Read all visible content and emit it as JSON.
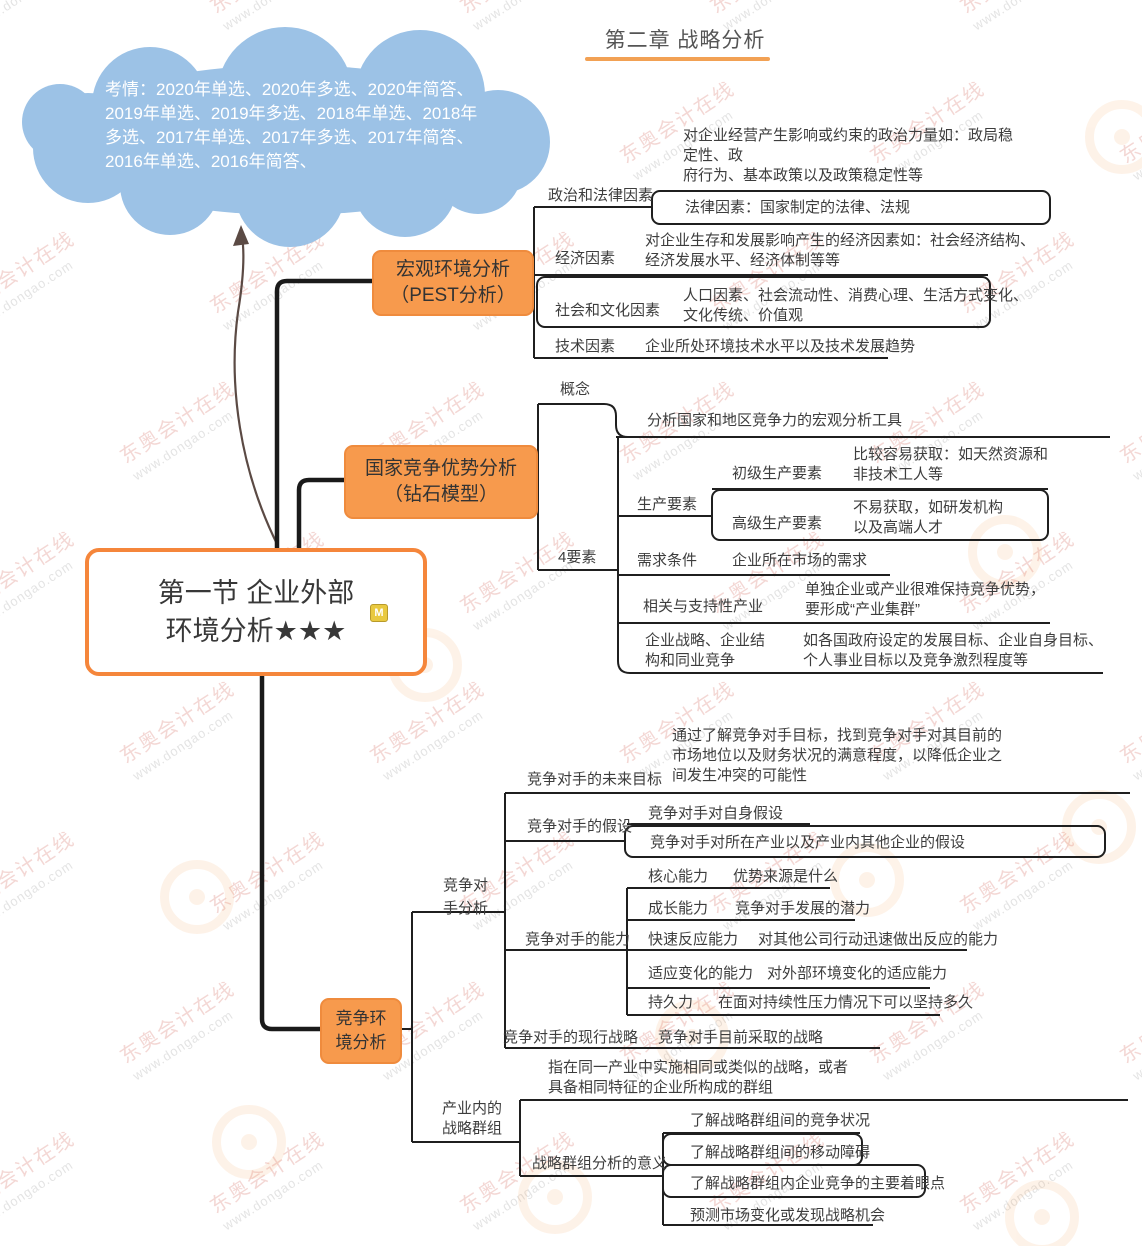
{
  "watermark": {
    "brand": "东奥会计在线",
    "site": "www.dongao.com"
  },
  "header": {
    "chapter_title": "第二章 战略分析"
  },
  "cloud": {
    "text": "考情：2020年单选、2020年多选、2020年简答、\n2019年单选、2019年多选、2018年单选、2018年\n多选、2017年单选、2017年多选、2017年简答、\n2016年单选、2016年简答、"
  },
  "root": {
    "title": "第一节 企业外部\n环境分析★★★",
    "marker": "M"
  },
  "macro": {
    "label": "宏观环境分析\n（PEST分析）",
    "political": {
      "label": "政治和法律因素",
      "desc": "对企业经营产生影响或约束的政治力量如：政局稳\n定性、政\n府行为、基本政策以及政策稳定性等",
      "law": "法律因素：国家制定的法律、法规"
    },
    "economic": {
      "label": "经济因素",
      "desc": "对企业生存和发展影响产生的经济因素如：社会经济结构、\n经济发展水平、经济体制等等"
    },
    "social": {
      "label": "社会和文化因素",
      "desc": "人口因素、社会流动性、消费心理、生活方式变化、\n文化传统、价值观"
    },
    "tech": {
      "label": "技术因素",
      "desc": "企业所处环境技术水平以及技术发展趋势"
    }
  },
  "diamond": {
    "label": "国家竞争优势分析\n（钻石模型）",
    "concept": {
      "label": "概念",
      "desc": "分析国家和地区竞争力的宏观分析工具"
    },
    "four": {
      "label": "4要素",
      "production": {
        "label": "生产要素",
        "primary": {
          "label": "初级生产要素",
          "desc": "比较容易获取：如天然资源和\n非技术工人等"
        },
        "advanced": {
          "label": "高级生产要素",
          "desc": "不易获取，如研发机构\n以及高端人才"
        }
      },
      "demand": {
        "label": "需求条件",
        "desc": "企业所在市场的需求"
      },
      "related": {
        "label": "相关与支持性产业",
        "desc": "单独企业或产业很难保持竞争优势，\n要形成“产业集群”"
      },
      "strategy": {
        "label": "企业战略、企业结\n构和同业竞争",
        "desc": "如各国政府设定的发展目标、企业自身目标、\n个人事业目标以及竞争激烈程度等"
      }
    }
  },
  "competitive": {
    "label": "竞争环\n境分析",
    "competitor": {
      "label": "竞争对\n手分析",
      "future": {
        "label": "竞争对手的未来目标",
        "desc": "通过了解竞争对手目标，找到竞争对手对其目前的\n市场地位以及财务状况的满意程度，以降低企业之\n间发生冲突的可能性"
      },
      "assumption": {
        "label": "竞争对手的假设",
        "self_desc": "竞争对手对自身假设",
        "industry_desc": "竞争对手对所在产业以及产业内其他企业的假设"
      },
      "ability": {
        "label": "竞争对手的能力",
        "items": [
          {
            "label": "核心能力",
            "desc": "优势来源是什么"
          },
          {
            "label": "成长能力",
            "desc": "竞争对手发展的潜力"
          },
          {
            "label": "快速反应能力",
            "desc": "对其他公司行动迅速做出反应的能力"
          },
          {
            "label": "适应变化的能力",
            "desc": "对外部环境变化的适应能力"
          },
          {
            "label": "持久力",
            "desc": "在面对持续性压力情况下可以坚持多久"
          }
        ]
      },
      "current": {
        "label": "竞争对手的现行战略",
        "desc": "竞争对手目前采取的战略"
      }
    },
    "group": {
      "label": "产业内的\n战略群组",
      "definition": "指在同一产业中实施相同或类似的战略，或者\n具备相同特征的企业所构成的群组",
      "meaning": {
        "label": "战略群组分析的意义",
        "items": [
          "了解战略群组间的竞争状况",
          "了解战略群组间的移动障碍",
          "了解战略群组内企业竞争的主要着眼点",
          "预测市场变化或发现战略机会"
        ]
      }
    }
  },
  "colors": {
    "accent_orange": "#F79A4D",
    "root_border": "#F5863B",
    "cloud_blue": "#9CC2E6",
    "line_dark": "#1f1f1f",
    "title_underline": "#F2A154",
    "watermark_pink": "#E9B0AB"
  }
}
